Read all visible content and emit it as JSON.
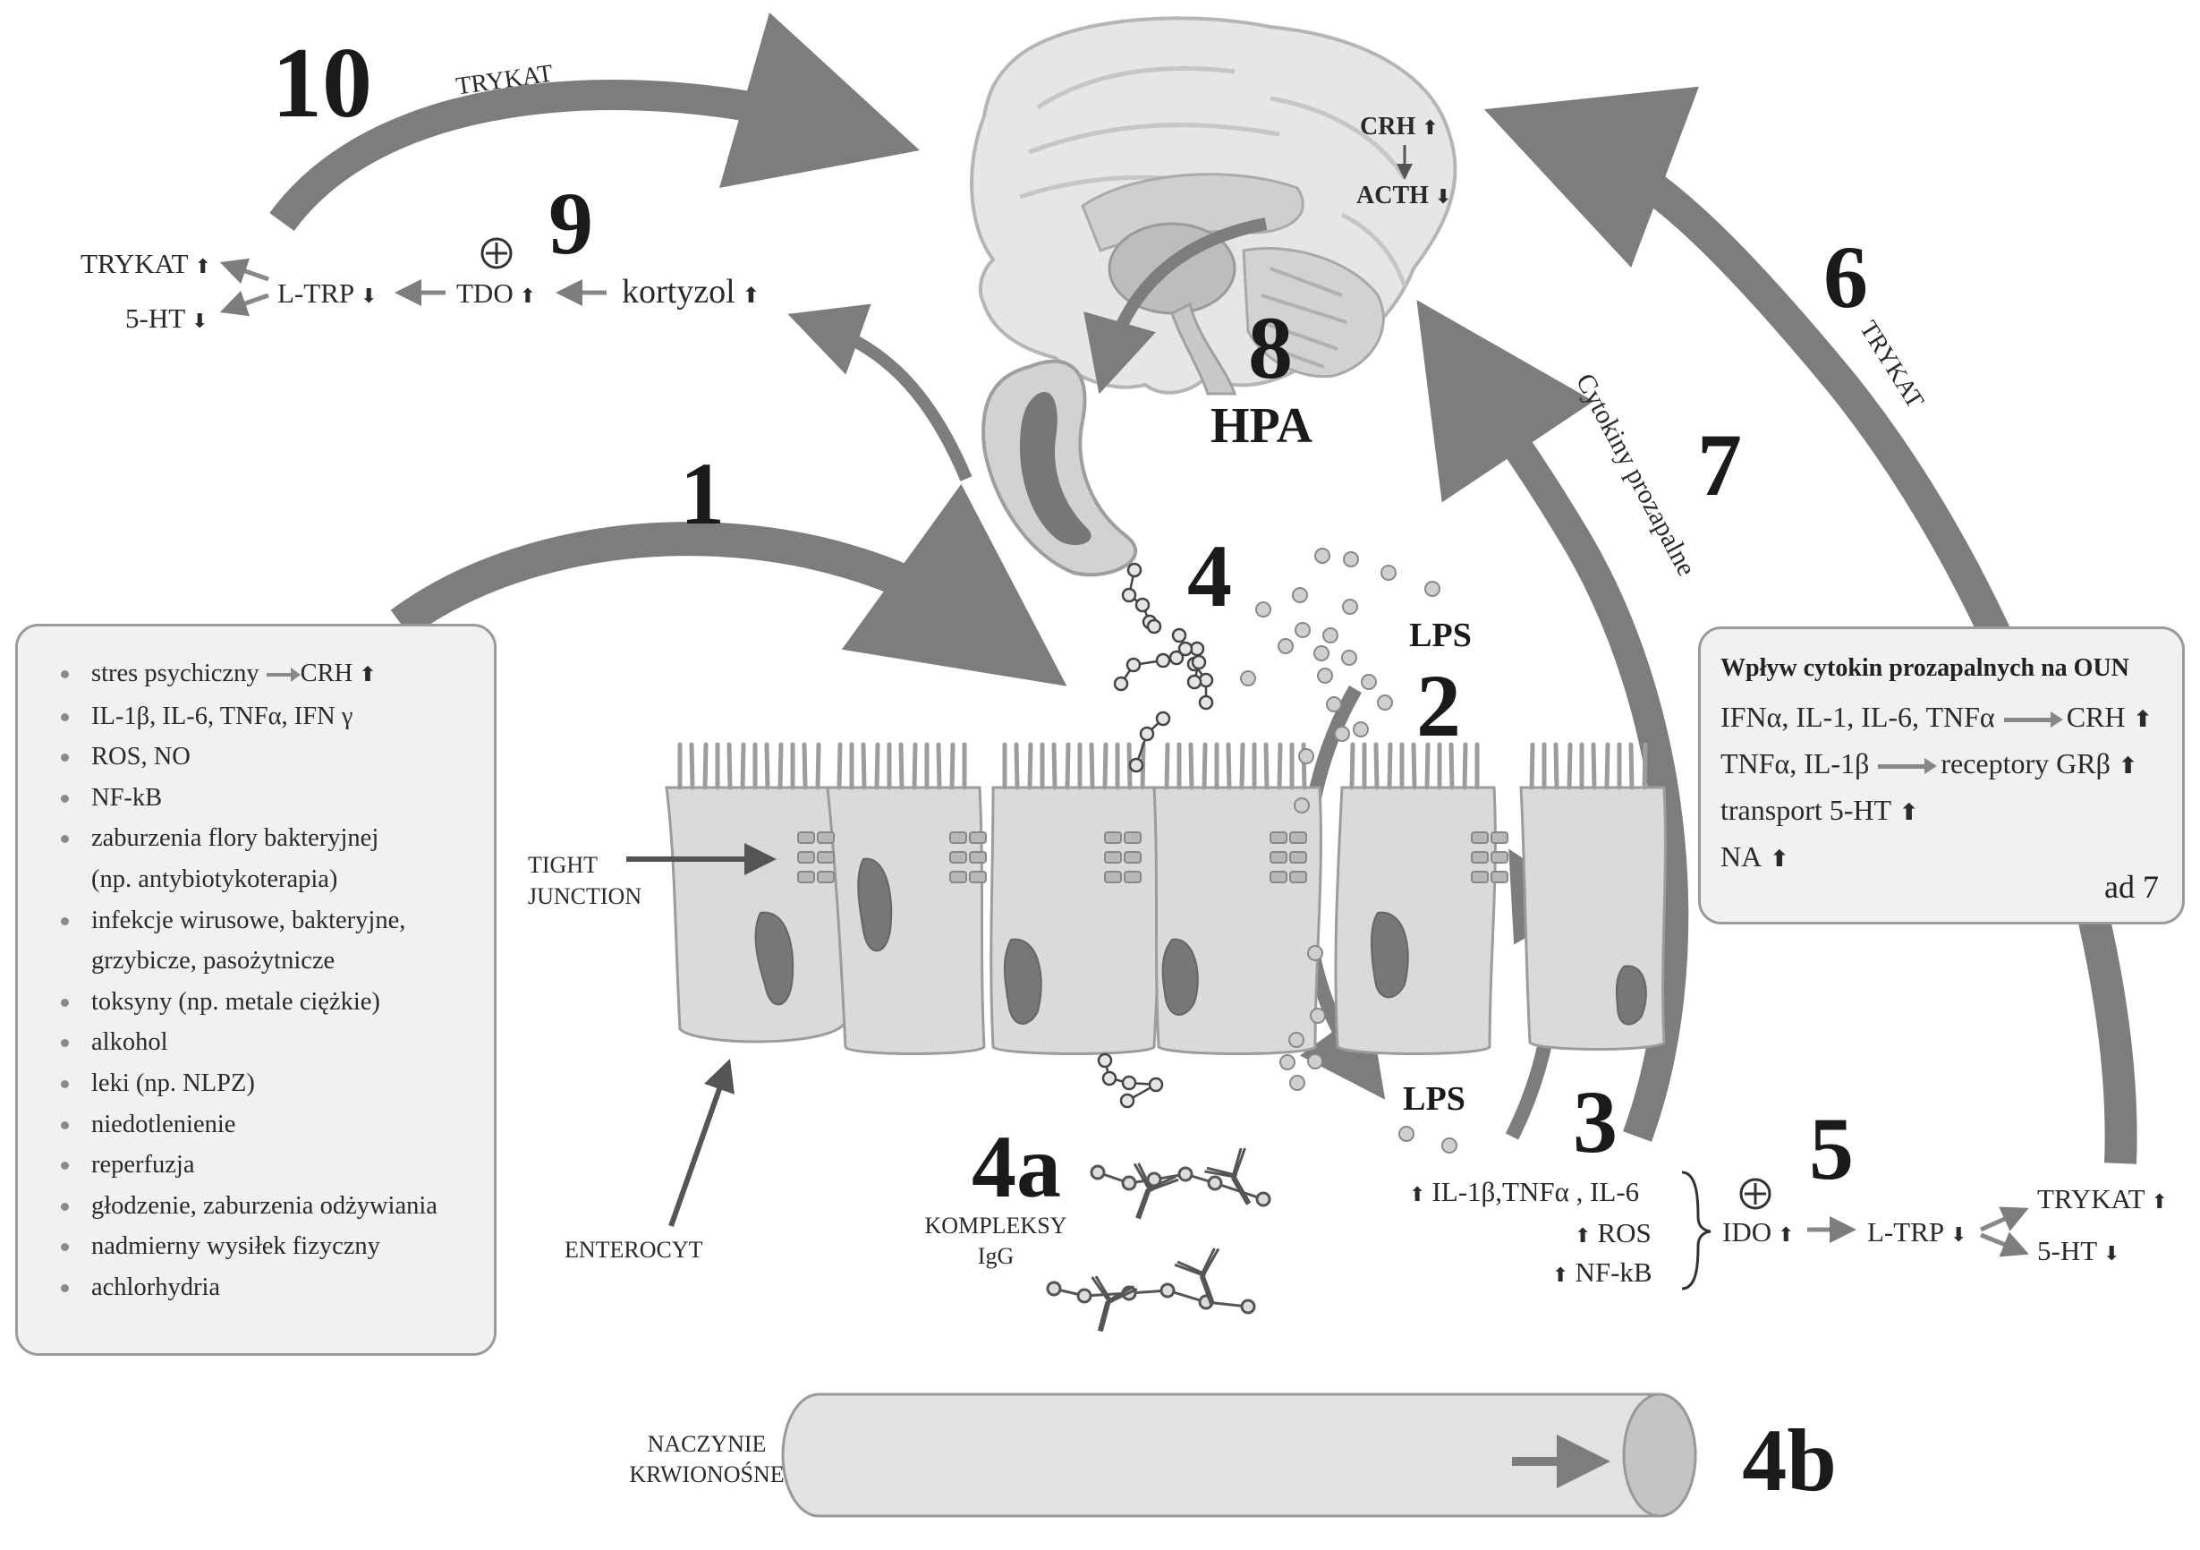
{
  "steps": {
    "s1": "1",
    "s2": "2",
    "s3": "3",
    "s4": "4",
    "s4a": "4a",
    "s4b": "4b",
    "s5": "5",
    "s6": "6",
    "s7": "7",
    "s8": "8",
    "s9": "9",
    "s10": "10"
  },
  "labels": {
    "trykat_top": "TRYKAT",
    "trykat_right": "TRYKAT",
    "cytokiny": "Cytokiny prozapalne",
    "hpa": "HPA",
    "crh": "CRH",
    "acth": "ACTH",
    "lps_top": "LPS",
    "lps_bottom": "LPS",
    "tight_junction_1": "TIGHT",
    "tight_junction_2": "JUNCTION",
    "enterocyt": "ENTEROCYT",
    "kompleksy_1": "KOMPLEKSY",
    "kompleksy_2": "IgG",
    "naczynie_1": "NACZYNIE",
    "naczynie_2": "KRWIONOŚNE"
  },
  "pathway9": {
    "trykat": "TRYKAT",
    "ht5": "5-HT",
    "ltrp": "L-TRP",
    "tdo": "TDO",
    "kortyzol": "kortyzol"
  },
  "pathway5": {
    "il": "IL-1β,TNFα , IL-6",
    "ros": "ROS",
    "nfkb": "NF-kB",
    "ido": "IDO",
    "ltrp": "L-TRP",
    "trykat": "TRYKAT",
    "ht5": "5-HT"
  },
  "left_box": {
    "items": [
      "stres psychiczny",
      "IL-1β, IL-6, TNFα, IFN γ",
      "ROS, NO",
      "NF-kB",
      "zaburzenia flory bakteryjnej",
      "(np. antybiotykoterapia)",
      "infekcje wirusowe, bakteryjne,",
      "grzybicze, pasożytnicze",
      "toksyny (np. metale ciężkie)",
      "alkohol",
      "leki (np. NLPZ)",
      "niedotlenienie",
      "reperfuzja",
      "głodzenie, zaburzenia odżywiania",
      "nadmierny wysiłek fizyczny",
      "achlorhydria"
    ],
    "crh": "CRH"
  },
  "right_box": {
    "title": "Wpływ cytokin prozapalnych na OUN",
    "l1a": "IFNα, IL-1, IL-6, TNFα",
    "l1b": "CRH",
    "l2a": "TNFα, IL-1β",
    "l2b": "receptory GRβ",
    "l3": "transport 5-HT",
    "l4": "NA",
    "footer": "ad 7"
  },
  "colors": {
    "arrow_gray": "#7d7d7d",
    "cell_fill": "#d9d9d9",
    "nucleus": "#7a7a7a",
    "box_fill": "#f1f1f1"
  }
}
